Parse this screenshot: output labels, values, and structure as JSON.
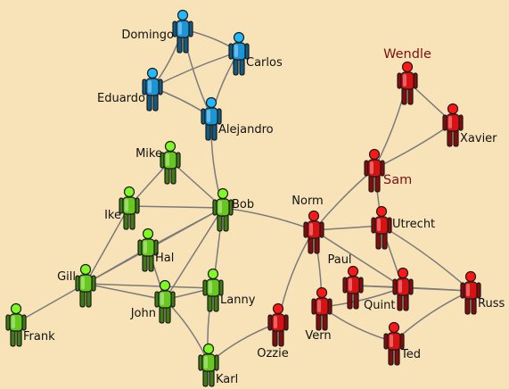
{
  "colors": {
    "background": "#f8e3b8",
    "edge": "#7a7a7a",
    "group_blue": "#1a95d6",
    "group_green": "#66c81e",
    "group_red": "#d81212",
    "highlight_label": "#7a1010"
  },
  "nodes": [
    {
      "id": "domingo",
      "label": "Domingo",
      "group": "blue"
    },
    {
      "id": "carlos",
      "label": "Carlos",
      "group": "blue"
    },
    {
      "id": "eduardo",
      "label": "Eduardo",
      "group": "blue"
    },
    {
      "id": "alejandro",
      "label": "Alejandro",
      "group": "blue"
    },
    {
      "id": "mike",
      "label": "Mike",
      "group": "green"
    },
    {
      "id": "ike",
      "label": "Ike",
      "group": "green"
    },
    {
      "id": "bob",
      "label": "Bob",
      "group": "green"
    },
    {
      "id": "hal",
      "label": "Hal",
      "group": "green"
    },
    {
      "id": "gill",
      "label": "Gill",
      "group": "green"
    },
    {
      "id": "frank",
      "label": "Frank",
      "group": "green"
    },
    {
      "id": "john",
      "label": "John",
      "group": "green"
    },
    {
      "id": "lanny",
      "label": "Lanny",
      "group": "green"
    },
    {
      "id": "karl",
      "label": "Karl",
      "group": "green"
    },
    {
      "id": "wendle",
      "label": "Wendle",
      "group": "red",
      "highlight": true
    },
    {
      "id": "xavier",
      "label": "Xavier",
      "group": "red"
    },
    {
      "id": "sam",
      "label": "Sam",
      "group": "red",
      "highlight": true
    },
    {
      "id": "norm",
      "label": "Norm",
      "group": "red"
    },
    {
      "id": "utrecht",
      "label": "Utrecht",
      "group": "red"
    },
    {
      "id": "paul",
      "label": "Paul",
      "group": "red"
    },
    {
      "id": "quint",
      "label": "Quint",
      "group": "red"
    },
    {
      "id": "russ",
      "label": "Russ",
      "group": "red"
    },
    {
      "id": "vern",
      "label": "Vern",
      "group": "red"
    },
    {
      "id": "ted",
      "label": "Ted",
      "group": "red"
    },
    {
      "id": "ozzie",
      "label": "Ozzie",
      "group": "red"
    }
  ],
  "edges": [
    [
      "domingo",
      "carlos"
    ],
    [
      "domingo",
      "eduardo"
    ],
    [
      "domingo",
      "alejandro"
    ],
    [
      "carlos",
      "eduardo"
    ],
    [
      "carlos",
      "alejandro"
    ],
    [
      "eduardo",
      "alejandro"
    ],
    [
      "alejandro",
      "bob"
    ],
    [
      "mike",
      "ike"
    ],
    [
      "mike",
      "bob"
    ],
    [
      "ike",
      "bob"
    ],
    [
      "ike",
      "gill"
    ],
    [
      "bob",
      "hal"
    ],
    [
      "bob",
      "gill"
    ],
    [
      "bob",
      "john"
    ],
    [
      "bob",
      "lanny"
    ],
    [
      "bob",
      "norm"
    ],
    [
      "hal",
      "gill"
    ],
    [
      "hal",
      "john"
    ],
    [
      "gill",
      "frank"
    ],
    [
      "gill",
      "john"
    ],
    [
      "gill",
      "lanny"
    ],
    [
      "john",
      "lanny"
    ],
    [
      "john",
      "karl"
    ],
    [
      "lanny",
      "karl"
    ],
    [
      "karl",
      "ozzie"
    ],
    [
      "wendle",
      "xavier"
    ],
    [
      "wendle",
      "sam"
    ],
    [
      "xavier",
      "sam"
    ],
    [
      "sam",
      "norm"
    ],
    [
      "sam",
      "utrecht"
    ],
    [
      "norm",
      "utrecht"
    ],
    [
      "norm",
      "ozzie"
    ],
    [
      "norm",
      "vern"
    ],
    [
      "norm",
      "quint"
    ],
    [
      "utrecht",
      "quint"
    ],
    [
      "utrecht",
      "russ"
    ],
    [
      "paul",
      "quint"
    ],
    [
      "paul",
      "russ"
    ],
    [
      "quint",
      "russ"
    ],
    [
      "quint",
      "vern"
    ],
    [
      "vern",
      "ted"
    ],
    [
      "ted",
      "russ"
    ]
  ]
}
